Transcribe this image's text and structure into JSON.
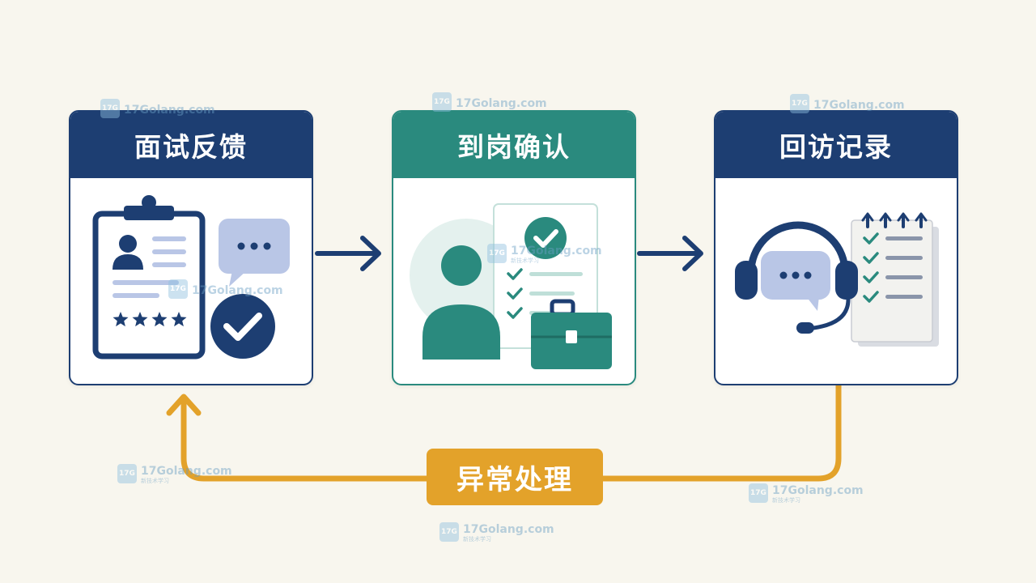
{
  "steps": [
    {
      "label": "面试反馈",
      "color": "#1d3e72"
    },
    {
      "label": "到岗确认",
      "color": "#2a8a7e"
    },
    {
      "label": "回访记录",
      "color": "#1d3e72"
    }
  ],
  "exception": {
    "label": "异常处理",
    "color": "#e3a22a"
  },
  "watermark": {
    "text": "17Golang.com",
    "sub": "新技术学习",
    "logo": "17G"
  },
  "icons": {
    "step1": [
      "clipboard-icon",
      "chat-bubble-icon",
      "check-circle-icon",
      "star-icon"
    ],
    "step2": [
      "person-icon",
      "checklist-icon",
      "check-circle-icon",
      "briefcase-icon"
    ],
    "step3": [
      "headset-icon",
      "chat-bubble-icon",
      "notepad-checklist-icon"
    ]
  },
  "colors": {
    "background": "#f8f6ee",
    "navy": "#1d3e72",
    "teal": "#2a8a7e",
    "amber": "#e3a22a",
    "light_blue": "#b9c6e6"
  }
}
